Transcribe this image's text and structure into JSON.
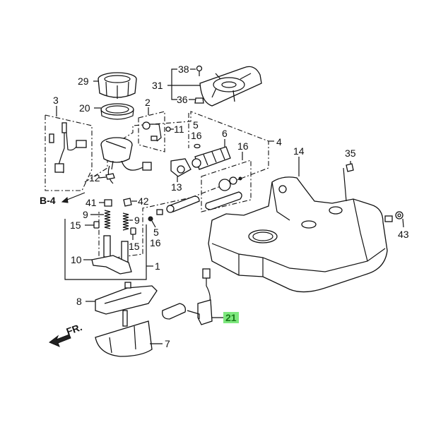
{
  "diagram": {
    "title": "Fuel tank assembly exploded parts diagram",
    "highlight_color": "#7ee87e",
    "highlight_text_color": "#1a7a1a",
    "callouts": {
      "c29": "29",
      "c31": "31",
      "c38": "38",
      "c36": "36",
      "c3": "3",
      "c20": "20",
      "c2": "2",
      "c11": "11",
      "c5a": "5",
      "c16a": "16",
      "c6": "6",
      "c16b": "16",
      "c4": "4",
      "c14": "14",
      "c35": "35",
      "c12": "12",
      "c13": "13",
      "c41": "41",
      "c42": "42",
      "c9a": "9",
      "c9b": "9",
      "c15a": "15",
      "c15b": "15",
      "c5b": "5",
      "c16c": "16",
      "c10": "10",
      "c1": "1",
      "c43": "43",
      "c8": "8",
      "c7": "7",
      "c21": "21"
    },
    "references": {
      "b4": "B-4",
      "front": "FR."
    },
    "highlighted_part": "21"
  }
}
